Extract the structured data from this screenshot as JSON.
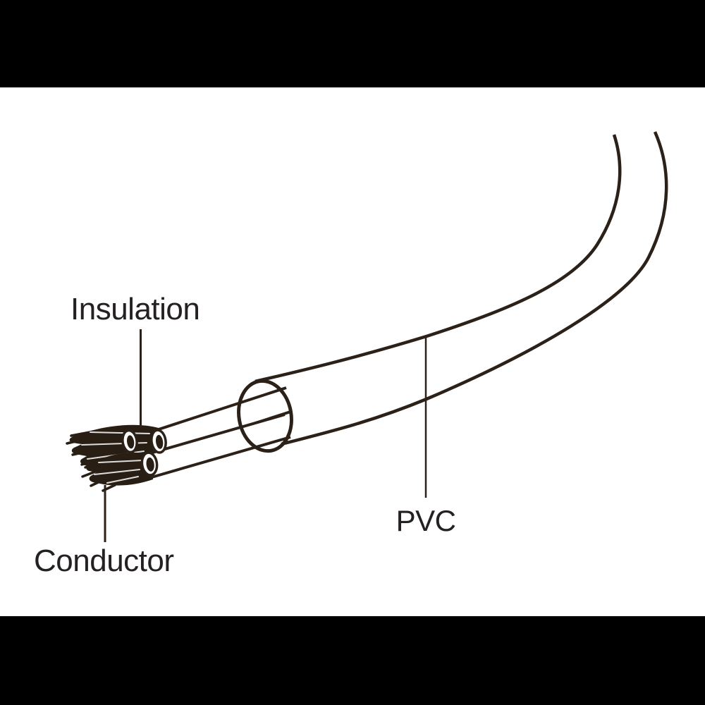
{
  "diagram": {
    "labels": {
      "insulation": "Insulation",
      "conductor": "Conductor",
      "pvc": "PVC"
    },
    "colors": {
      "line": "#2b2118",
      "strand_fill": "#281e14",
      "text": "#252122",
      "background": "#ffffff",
      "letterbox": "#000000"
    }
  }
}
